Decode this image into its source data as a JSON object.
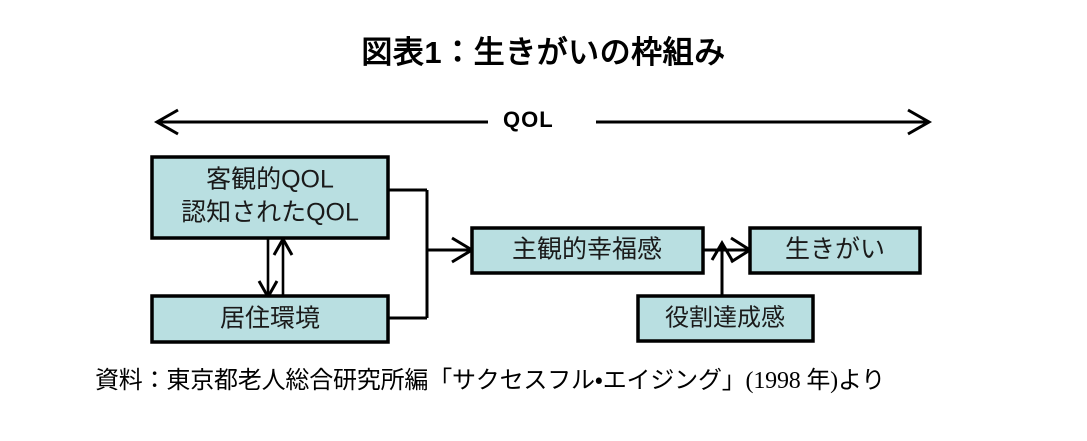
{
  "figure": {
    "title": "図表1：生きがいの枠組み",
    "span_label": "QOL",
    "source_note": "資料：東京都老人総合研究所編「サクセスフル・エイジング」(1998 年)より"
  },
  "colors": {
    "node_fill": "#b9dfe1",
    "node_border": "#000000",
    "connector": "#000000",
    "background": "#ffffff",
    "text": "#1a1a1a"
  },
  "nodes": [
    {
      "id": "objective-qol",
      "line1": "客観的QOL",
      "line2": "認知されたQOL"
    },
    {
      "id": "living-environment",
      "label": "居住環境"
    },
    {
      "id": "subjective-wellbeing",
      "label": "主観的幸福感"
    },
    {
      "id": "ikigai",
      "label": "生きがい"
    },
    {
      "id": "role-achievement",
      "label": "役割達成感"
    }
  ],
  "connectors": [
    {
      "id": "qol-span",
      "type": "double-arrow",
      "label": "QOL"
    },
    {
      "id": "objective-qol-to-living-environment",
      "type": "double-arrow-vertical"
    },
    {
      "id": "qol-group-to-subjective-wellbeing",
      "type": "bracket-arrow"
    },
    {
      "id": "subjective-wellbeing-to-ikigai",
      "type": "arrow"
    },
    {
      "id": "role-achievement-to-ikigai",
      "type": "arrow-up"
    }
  ]
}
